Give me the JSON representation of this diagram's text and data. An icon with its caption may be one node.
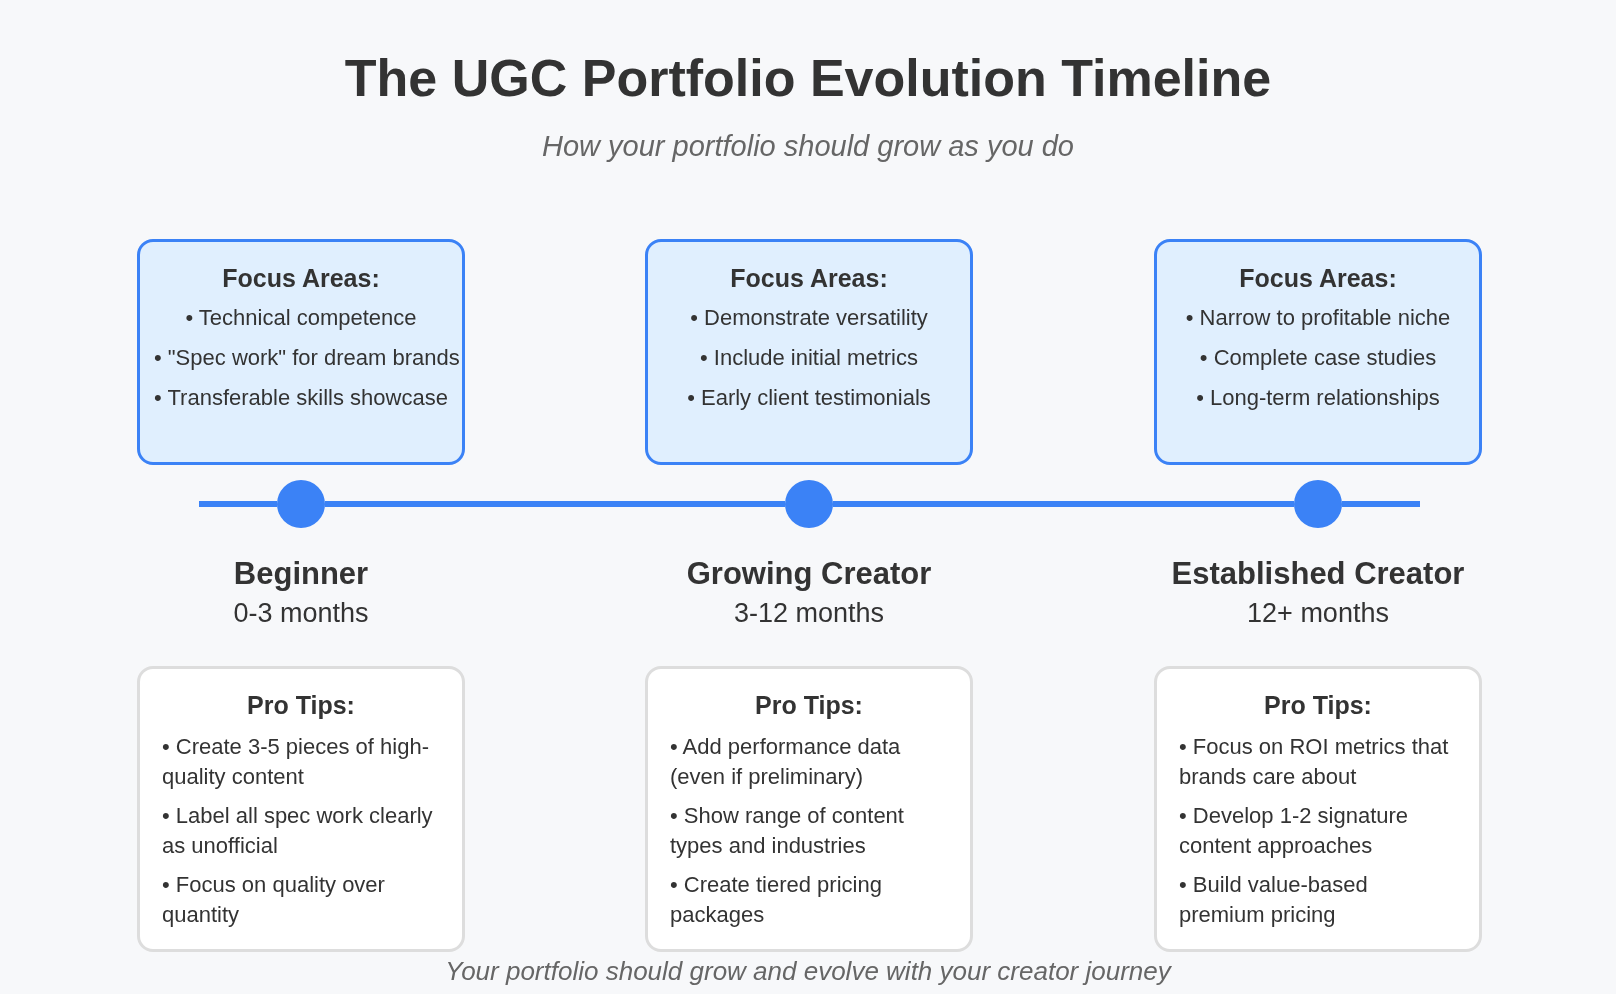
{
  "diagram": {
    "title": "The UGC Portfolio Evolution Timeline",
    "caption": "Your portfolio should grow and evolve with your creator journey",
    "nodes": [
      {
        "text": [
          "Focus Areas:",
          "• Technical competence",
          "• \"Spec work\" for dream brands",
          "• Transferable skills showcase"
        ]
      },
      {
        "text": [
          "Focus Areas:",
          "• Demonstrate versatility",
          "• Include initial metrics",
          "• Early client testimonials"
        ]
      },
      {
        "text": [
          "Focus Areas:",
          "• Narrow to profitable niche",
          "• Complete case studies",
          "• Long-term relationships"
        ]
      },
      {
        "text": [],
        "shape": "circle",
        "beside": [
          "Beginner",
          "0-3 months"
        ]
      },
      {
        "text": [],
        "shape": "circle",
        "beside": [
          "Growing Creator",
          "3-12 months"
        ]
      },
      {
        "text": [],
        "shape": "circle",
        "beside": [
          "Established Creator",
          "12+ months"
        ]
      },
      {
        "text": [
          "Pro Tips:",
          "• Create 3-5 pieces of high-quality content",
          "• Label all spec work clearly as unofficial",
          "• Focus on quality over quantity"
        ]
      },
      {
        "text": [
          "Pro Tips:",
          "• Add performance data (even if preliminary)",
          "• Show range of content types and industries",
          "• Create tiered pricing packages"
        ]
      },
      {
        "text": [
          "Pro Tips:",
          "• Focus on ROI metrics that brands care about",
          "• Develop 1-2 signature content approaches",
          "• Build value-based premium pricing"
        ]
      }
    ],
    "edges": [
      {
        "from": null,
        "to": 3,
        "arrow": "none"
      },
      {
        "from": 3,
        "to": 4,
        "arrow": "none"
      },
      {
        "from": 4,
        "to": 5,
        "arrow": "none"
      },
      {
        "from": 5,
        "to": null,
        "arrow": "none"
      }
    ],
    "labels": [
      "How your portfolio should grow as you do"
    ]
  }
}
